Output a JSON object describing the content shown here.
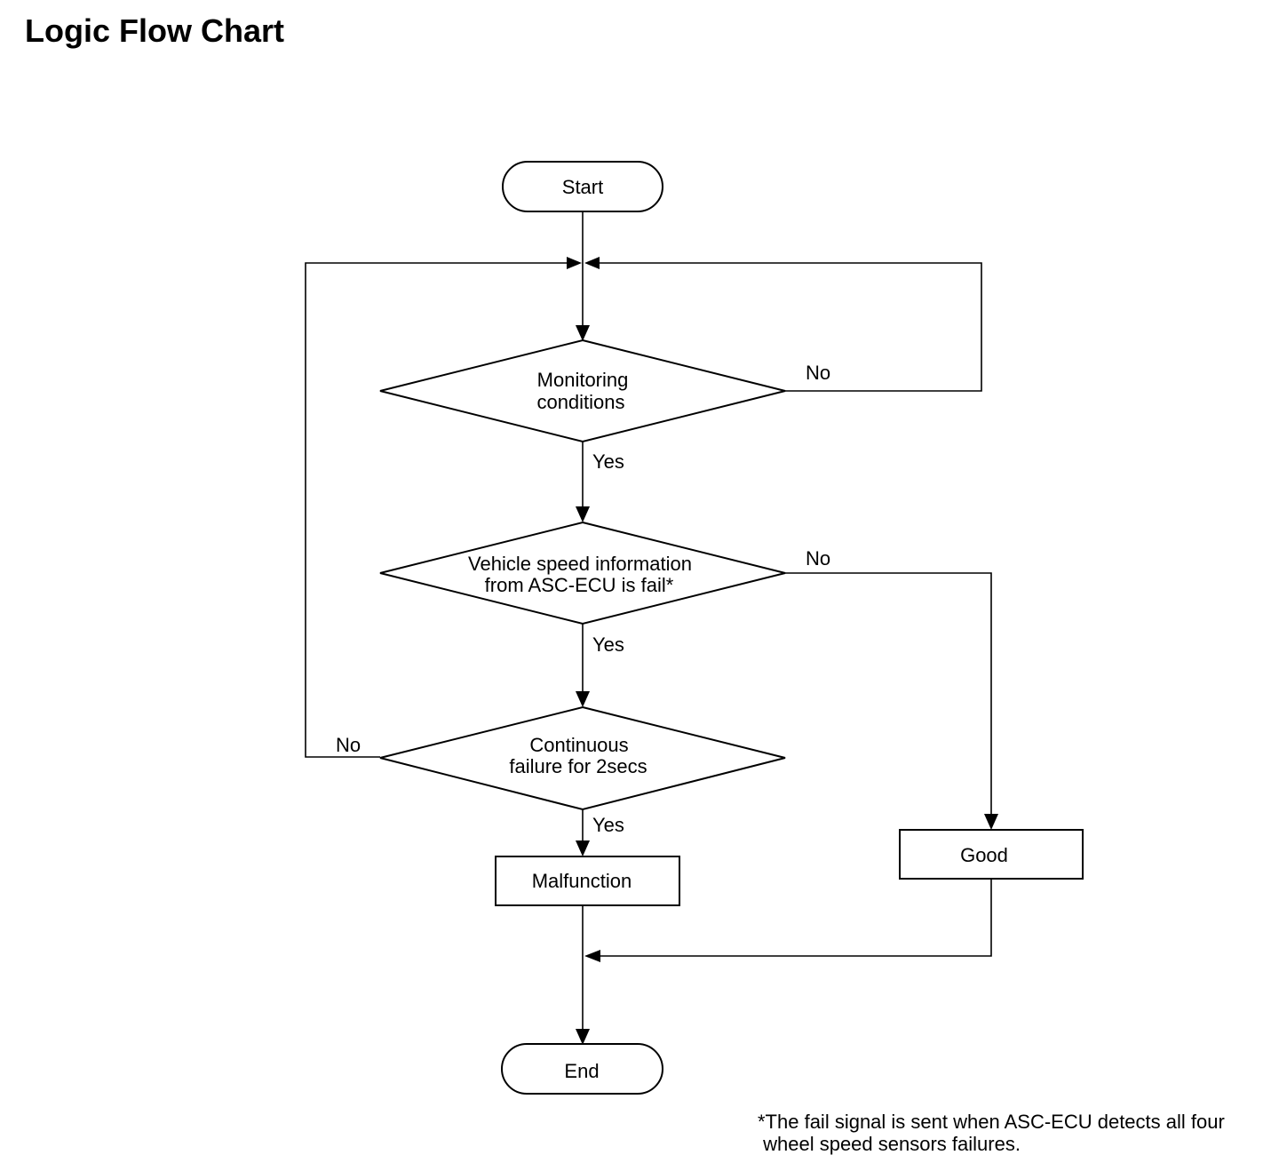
{
  "title": "Logic Flow Chart",
  "nodes": {
    "start": "Start",
    "monitoring": [
      "Monitoring",
      "conditions"
    ],
    "vehicle_speed": [
      "Vehicle speed information",
      "from ASC-ECU is fail*"
    ],
    "continuous": [
      "Continuous",
      "failure for 2secs"
    ],
    "malfunction": "Malfunction",
    "good": "Good",
    "end": "End"
  },
  "labels": {
    "monitoring_no": "No",
    "monitoring_yes": "Yes",
    "vehicle_no": "No",
    "vehicle_yes": "Yes",
    "continuous_no": "No",
    "continuous_yes": "Yes"
  },
  "footnote": [
    "*The fail signal is sent when ASC-ECU detects all four",
    " wheel speed sensors failures."
  ]
}
